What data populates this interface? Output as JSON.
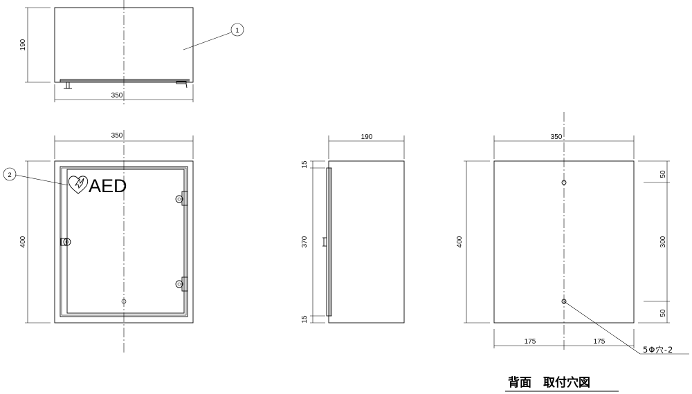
{
  "top_view": {
    "height_label": "190",
    "width_label": "350",
    "callout": "1"
  },
  "front_view": {
    "width_label": "350",
    "height_label": "400",
    "callout": "2",
    "logo_text": "AED"
  },
  "side_view": {
    "depth_label": "190",
    "top_gap_label": "15",
    "door_label": "370",
    "bottom_gap_label": "15"
  },
  "back_view": {
    "width_label": "350",
    "height_label": "400",
    "top_offset_label": "50",
    "hole_pitch_label": "300",
    "bottom_offset_label": "50",
    "left_half_label": "175",
    "right_half_label": "175",
    "hole_note": "5Φ穴-2",
    "title": "背面　取付穴図"
  }
}
